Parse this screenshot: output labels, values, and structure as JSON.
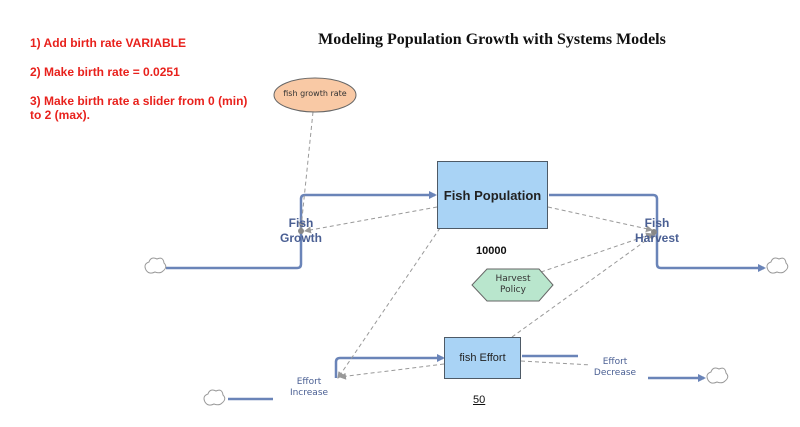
{
  "instructions": [
    "1) Add birth rate VARIABLE",
    "2) Make birth rate = 0.0251",
    "3) Make birth rate a slider from 0 (min) to 2 (max)."
  ],
  "title": "Modeling Population Growth with Systems Models",
  "stocks": {
    "fish_population": {
      "label": "Fish Population",
      "value": "10000"
    },
    "fish_effort": {
      "label": "fish Effort",
      "value": "50"
    }
  },
  "variables": {
    "fish_growth_rate": "fish growth rate",
    "harvest_policy": "Harvest Policy"
  },
  "flows": {
    "fish_growth": "Fish Growth",
    "fish_harvest": "Fish Harvest",
    "effort_increase": "Effort Increase",
    "effort_decrease": "Effort Decrease"
  },
  "colors": {
    "instruction_text": "#e8211c",
    "flow_pipe": "#6a84b8",
    "stock_fill": "#a9d3f5",
    "growth_rate_fill": "#f9c9a5",
    "harvest_policy_fill": "#b9e6cd",
    "link_line": "#999999"
  }
}
